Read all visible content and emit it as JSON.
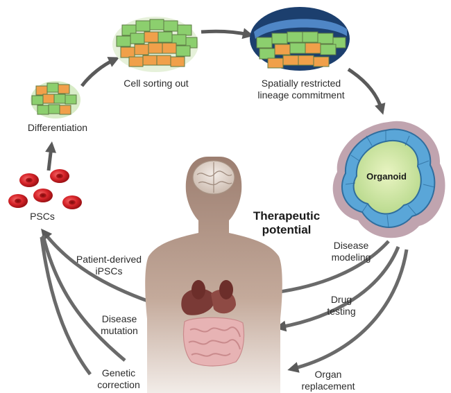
{
  "labels": {
    "differentiation": "Differentiation",
    "cell_sorting": "Cell sorting out",
    "spatial_line1": "Spatially restricted",
    "spatial_line2": "lineage commitment",
    "organoid": "Organoid",
    "pscs": "PSCs",
    "therapeutic_line1": "Therapeutic",
    "therapeutic_line2": "potential",
    "patient_line1": "Patient-derived",
    "patient_line2": "iPSCs",
    "disease_mut_line1": "Disease",
    "disease_mut_line2": "mutation",
    "genetic_line1": "Genetic",
    "genetic_line2": "correction",
    "disease_mod_line1": "Disease",
    "disease_mod_line2": "modeling",
    "drug_line1": "Drug",
    "drug_line2": "testing",
    "organ_line1": "Organ",
    "organ_line2": "replacement"
  },
  "colors": {
    "arrow": "#5a5a5a",
    "psc_red": "#d8262b",
    "cell_green": "#8ccf6e",
    "cell_orange": "#f0a04a",
    "organoid_blue": "#5aa6d8",
    "organoid_lumen": "#cfe6a2",
    "body_skin": "#b59a8a"
  }
}
